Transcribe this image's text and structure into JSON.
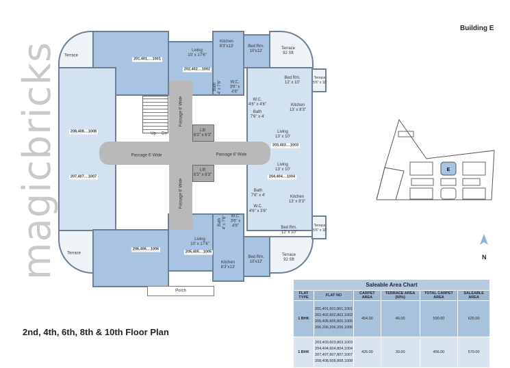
{
  "watermark": "magicbricks",
  "building_label": "Building E",
  "floor_plan_title": "2nd, 4th, 6th, 8th & 10th Floor Plan",
  "north_label": "N",
  "site_plan": {
    "highlight_label": "E",
    "highlight_color": "#a9c4e2"
  },
  "colors": {
    "room": "#a9c4e2",
    "passage": "#b9b9b9",
    "table_header": "#9fb6cf"
  },
  "rooms": {
    "terrace": "Terrace",
    "terrace_92": "Terrace\n92 Sft",
    "terrace_side": "Terrace\n5'6\" x 11'",
    "living_top": "Living\n10' x 17'6\"",
    "kitchen_top": "Kitchen\n8'3\"x13'",
    "bed_10x12": "Bed Rm.\n10'x12'",
    "bed_12x10": "Bed Rm.\n12' x 10'",
    "bath_v": "Bath\n4' x 7'6\"",
    "wc_v": "W.C.\n3'6\" x\n4'6\"",
    "wc_h": "W.C.\n4'6\" x 4'6\"",
    "wc_h2": "W.C.\n4'6\" x 3'6\"",
    "bath_h": "Bath\n7'6\" x 4'",
    "kitchen_side": "Kitchen\n13' x 8'3\"",
    "living_side": "Living\n13' x 10'",
    "passage": "Passage 6' Wide",
    "lift": "Lift\n6'3\" x 6'3\"",
    "up": "Up",
    "dn": "Dn",
    "porch": "Porch"
  },
  "flats": [
    "201,401,....1001",
    "202,402....1002",
    "203,403....1003",
    "204,404....1004",
    "205,405....1005",
    "206,406....1006",
    "207,407....1007",
    "208,408....1008"
  ],
  "table": {
    "title": "Saleable Area Chart",
    "headers": [
      "FLAT TYPE",
      "FLAT NO",
      "CARPET AREA",
      "TERRACE AREA (50%)",
      "TOTAL CARPET AREA",
      "SALEABLE AREA"
    ],
    "rows": [
      {
        "type": "1 BHK",
        "flats": "201,401,601,801,1001\n202,402,602,802,1002\n205,405,605,805,1005\n206,206,206,206,1006",
        "carpet": "454.00",
        "terrace": "46.00",
        "total": "500.00",
        "saleable": "625.00"
      },
      {
        "type": "1 BHK",
        "flats": "203,403,603,803,1003\n204,404,604,804,1004\n207,407,607,807,1007\n208,408,608,808,1008",
        "carpet": "426.00",
        "terrace": "30.00",
        "total": "456.00",
        "saleable": "570.00"
      }
    ]
  }
}
